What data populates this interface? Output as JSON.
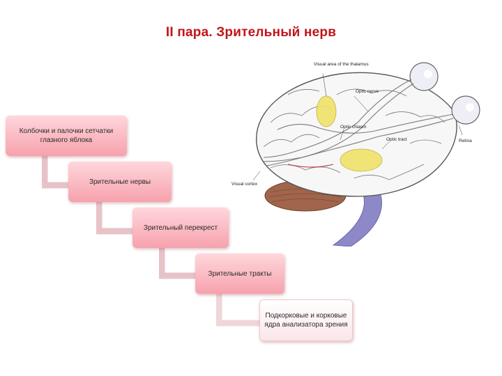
{
  "header": {
    "title": "II пара. Зрительный нерв"
  },
  "flow": {
    "steps": [
      "Колбочки и палочки сетчатки глазного яблока",
      "Зрительные нервы",
      "Зрительный перекрест",
      "Зрительные тракты",
      "Подкорковые и корковые ядра анализатора зрения"
    ]
  },
  "illustration": {
    "labels": {
      "thalamus": "Visual area of the thalamus",
      "optic_nerve": "Optic nerve",
      "optic_chiasm": "Optic chiasm",
      "optic_tract": "Optic tract",
      "retina": "Retina",
      "visual_cortex": "Visual cortex"
    }
  },
  "colors": {
    "title": "#c0141a",
    "box_top": "#ffd6dc",
    "box_bottom": "#f6a2ad",
    "connector": "#e7c3c8"
  }
}
